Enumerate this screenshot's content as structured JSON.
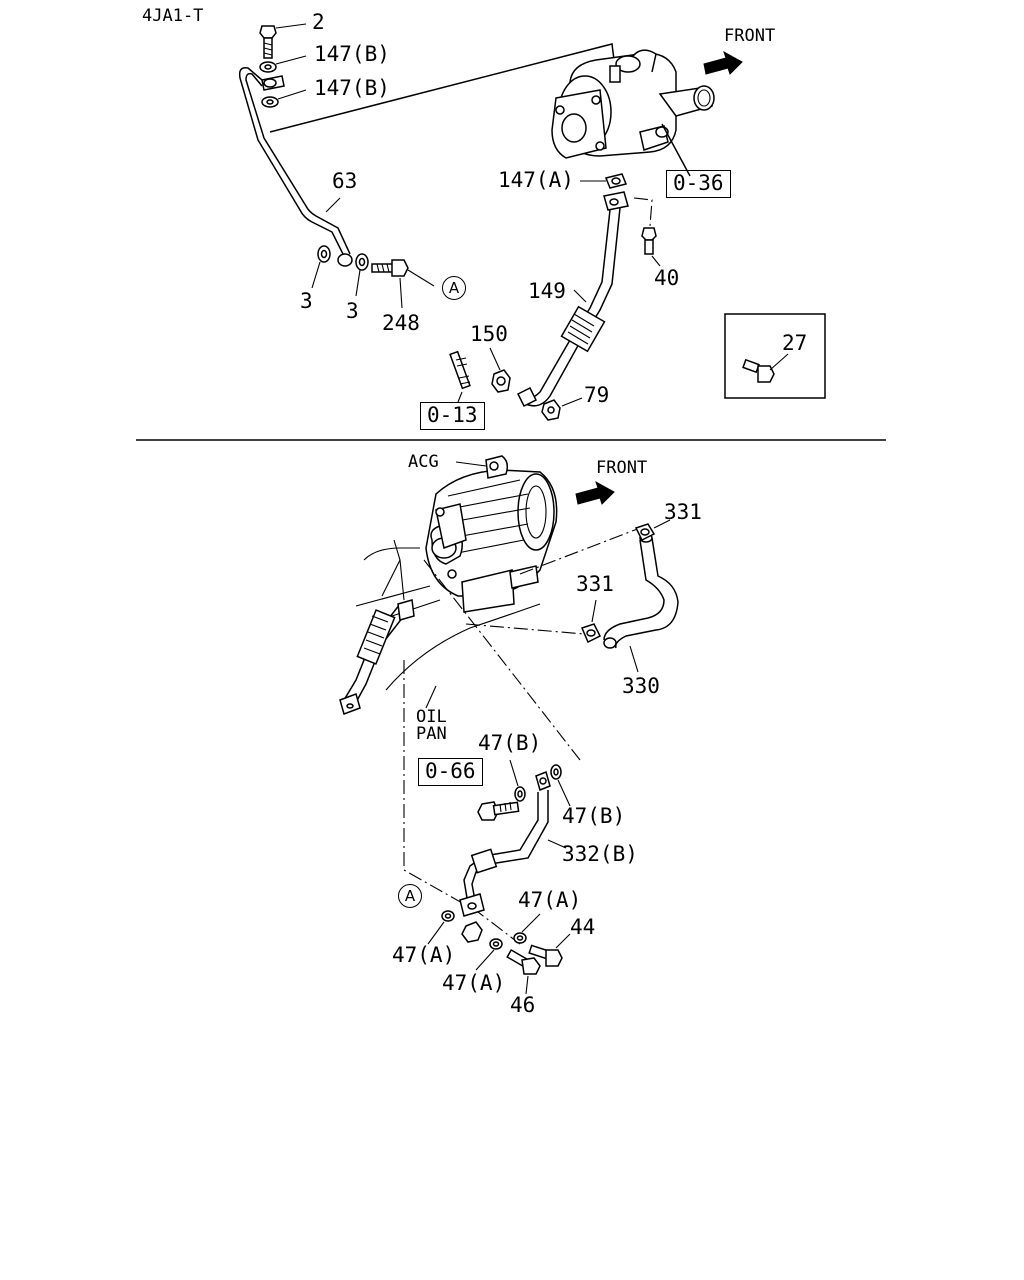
{
  "engine_code": "4JA1-T",
  "labels": {
    "p2": "2",
    "p147b_1": "147(B)",
    "p147b_2": "147(B)",
    "p63": "63",
    "p3a": "3",
    "p3b": "3",
    "p248": "248",
    "circleA_top": "A",
    "p150": "150",
    "p149": "149",
    "p79": "79",
    "p147a": "147(A)",
    "p40": "40",
    "p27": "27",
    "front_top": "FRONT",
    "ref036": "0-36",
    "ref013": "0-13",
    "acg": "ACG",
    "front_bottom": "FRONT",
    "p331a": "331",
    "p331b": "331",
    "p330": "330",
    "oil_pan_1": "OIL",
    "oil_pan_2": "PAN",
    "p47b_1": "47(B)",
    "p47b_2": "47(B)",
    "ref066": "0-66",
    "p332b": "332(B)",
    "circleA_bottom": "A",
    "p47a_1": "47(A)",
    "p47a_2": "47(A)",
    "p47a_3": "47(A)",
    "p44": "44",
    "p46": "46"
  },
  "icons": [
    "front-arrow-icon",
    "bolt-icon",
    "washer-icon",
    "nut-icon",
    "turbocharger-icon",
    "alternator-icon"
  ]
}
